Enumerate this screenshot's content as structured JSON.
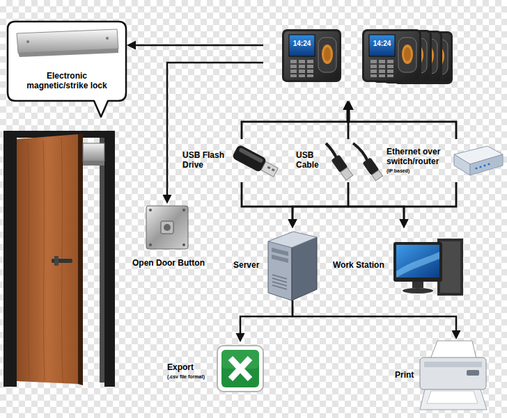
{
  "diagram": {
    "nodes": [
      {
        "text": [
          "Electronic magnetic/strike lock"
        ]
      },
      {
        "text": [
          "14:24"
        ]
      },
      {
        "text": [
          "14:24"
        ]
      },
      {
        "text": [
          "Open Door Button"
        ]
      },
      {
        "text": [
          "USB Flash Drive"
        ]
      },
      {
        "text": [
          "USB Cable"
        ]
      },
      {
        "text": [
          "Ethernet over switch/router",
          "(IP based)"
        ]
      },
      {
        "text": [
          "Server"
        ]
      },
      {
        "text": [
          "Work Station"
        ]
      },
      {
        "text": [
          "Export",
          "(.csv file format)"
        ]
      },
      {
        "text": [
          "Print"
        ]
      }
    ],
    "edges": [
      {
        "from": 1,
        "to": 0,
        "arrow": "to"
      },
      {
        "from": 1,
        "to": 3,
        "arrow": "to"
      },
      {
        "from": 4,
        "to": 1,
        "arrow": "to"
      },
      {
        "from": 4,
        "to": 2,
        "arrow": "to"
      },
      {
        "from": 5,
        "to": 1,
        "arrow": "to"
      },
      {
        "from": 5,
        "to": 2,
        "arrow": "to"
      },
      {
        "from": 6,
        "to": 1,
        "arrow": "to"
      },
      {
        "from": 6,
        "to": 2,
        "arrow": "to"
      },
      {
        "from": 4,
        "to": 7,
        "arrow": "to"
      },
      {
        "from": 4,
        "to": 8,
        "arrow": "to"
      },
      {
        "from": 5,
        "to": 7,
        "arrow": "to"
      },
      {
        "from": 5,
        "to": 8,
        "arrow": "to"
      },
      {
        "from": 6,
        "to": 7,
        "arrow": "to"
      },
      {
        "from": 6,
        "to": 8,
        "arrow": "to"
      },
      {
        "from": 7,
        "to": 9,
        "arrow": "to"
      },
      {
        "from": 7,
        "to": 10,
        "arrow": "to"
      }
    ]
  }
}
